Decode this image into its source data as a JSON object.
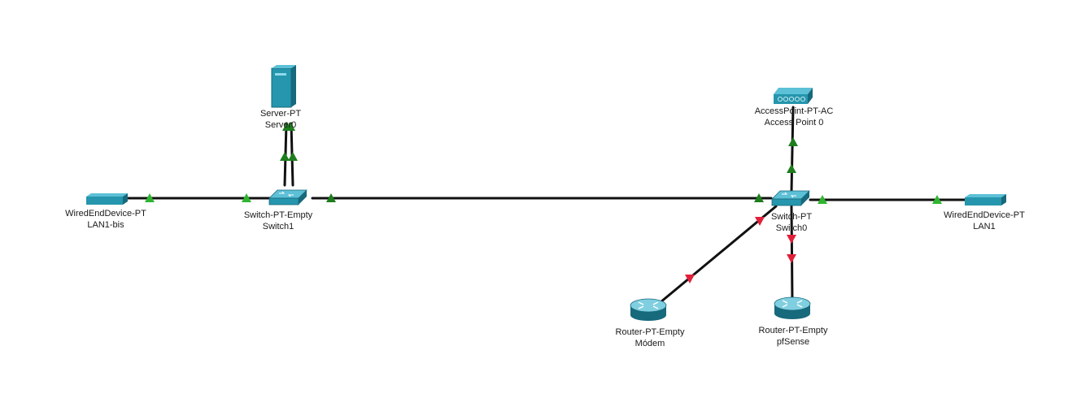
{
  "diagram": {
    "devices": [
      {
        "id": "server0",
        "icon": "server-icon",
        "model": "Server-PT",
        "name": "Server0"
      },
      {
        "id": "ap0",
        "icon": "access-point-icon",
        "model": "AccessPoint-PT-AC",
        "name": "Access Point 0"
      },
      {
        "id": "lan1bis",
        "icon": "wired-end-device-icon",
        "model": "WiredEndDevice-PT",
        "name": "LAN1-bis"
      },
      {
        "id": "switch1",
        "icon": "switch-icon",
        "model": "Switch-PT-Empty",
        "name": "Switch1"
      },
      {
        "id": "switch0",
        "icon": "switch-icon",
        "model": "Switch-PT",
        "name": "Switch0"
      },
      {
        "id": "lan1",
        "icon": "wired-end-device-icon",
        "model": "WiredEndDevice-PT",
        "name": "LAN1"
      },
      {
        "id": "modem",
        "icon": "router-icon",
        "model": "Router-PT-Empty",
        "name": "Módem"
      },
      {
        "id": "pfsense",
        "icon": "router-icon",
        "model": "Router-PT-Empty",
        "name": "pfSense"
      }
    ],
    "links": [
      {
        "from": "lan1bis",
        "to": "switch1",
        "status_from": "up",
        "status_to": "up"
      },
      {
        "from": "switch1",
        "to": "server0",
        "status_from": "up",
        "status_to": "up"
      },
      {
        "from": "switch1",
        "to": "server0",
        "status_from": "up",
        "status_to": "up"
      },
      {
        "from": "switch1",
        "to": "switch0",
        "status_from": "up",
        "status_to": "up"
      },
      {
        "from": "switch0",
        "to": "ap0",
        "status_from": "up",
        "status_to": "up"
      },
      {
        "from": "switch0",
        "to": "lan1",
        "status_from": "up",
        "status_to": "up"
      },
      {
        "from": "switch0",
        "to": "modem",
        "status_from": "down",
        "status_to": "down"
      },
      {
        "from": "switch0",
        "to": "pfsense",
        "status_from": "down",
        "status_to": "down"
      }
    ],
    "colors": {
      "link": "#111111",
      "status_up": "#1e7d1e",
      "status_up_light": "#2fb52f",
      "status_down": "#e0203a",
      "device_teal": "#2596ad",
      "device_teal_dark": "#17697c"
    }
  }
}
